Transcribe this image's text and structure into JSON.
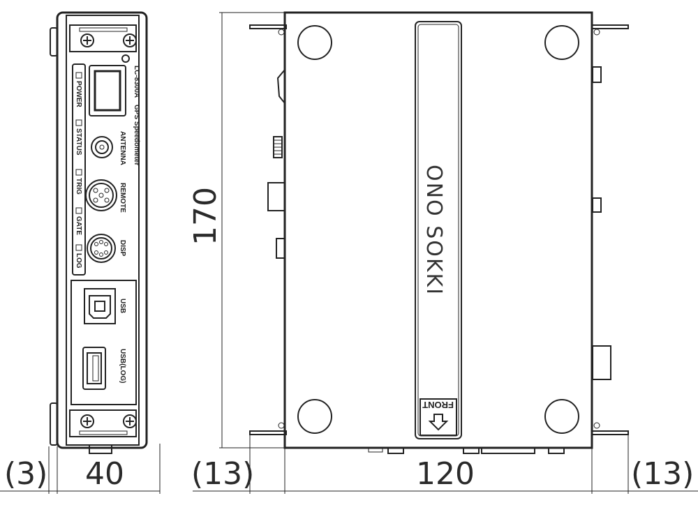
{
  "front_panel": {
    "model": "LC-8300A",
    "product": "GPS Speedometer",
    "indicators": [
      "POWER",
      "STATUS",
      "TRIG",
      "GATE",
      "LOG"
    ],
    "antenna": "ANTENNA",
    "remote": "REMOTE",
    "disp": "DISP",
    "usb": "USB",
    "usb_log": "USB(LOG)"
  },
  "top_view": {
    "brand": "ONO SOKKI",
    "front_label": "FRONT"
  },
  "dimensions": {
    "height": "170",
    "front_width": "40",
    "front_offset": "(3)",
    "top_width": "120",
    "top_left_offset": "(13)",
    "top_right_offset": "(13)"
  }
}
